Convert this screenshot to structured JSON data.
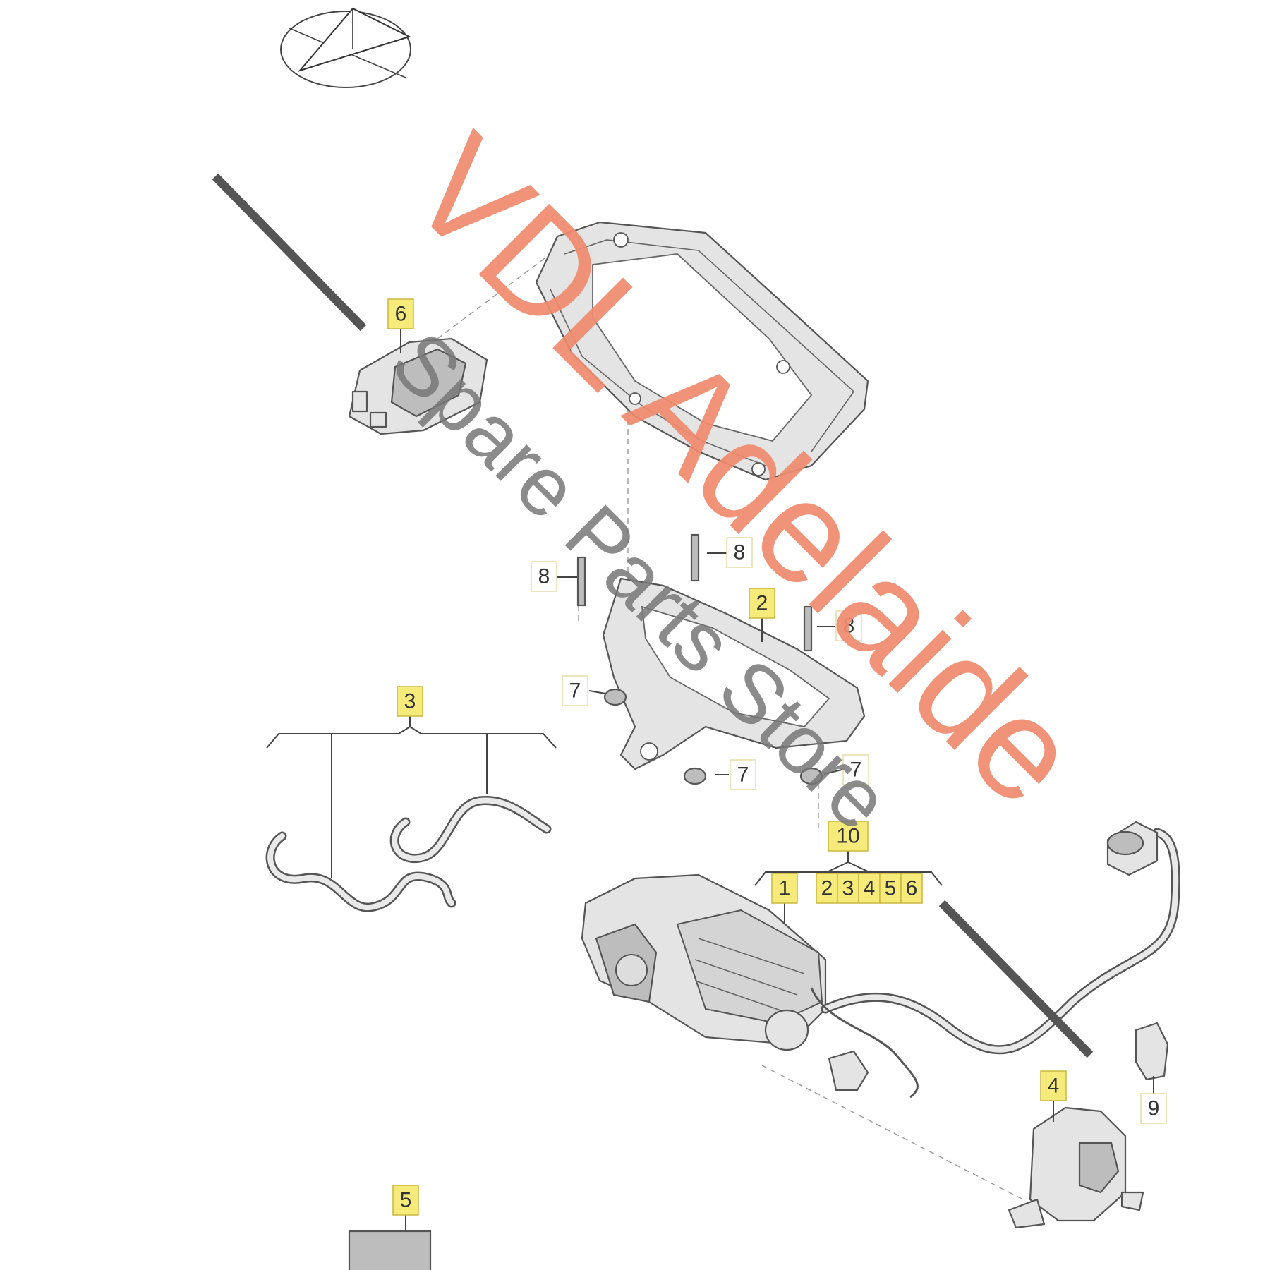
{
  "watermark": {
    "line1": "VDL Adelaide",
    "line2": "Spare Parts Store"
  },
  "callouts": [
    {
      "id": "c1",
      "label": "1",
      "highlight": true
    },
    {
      "id": "c2",
      "label": "2",
      "highlight": true
    },
    {
      "id": "c3",
      "label": "3",
      "highlight": true
    },
    {
      "id": "c4",
      "label": "4",
      "highlight": true
    },
    {
      "id": "c5",
      "label": "5",
      "highlight": true
    },
    {
      "id": "c6",
      "label": "6",
      "highlight": true
    },
    {
      "id": "c7a",
      "label": "7",
      "highlight": false
    },
    {
      "id": "c7b",
      "label": "7",
      "highlight": false
    },
    {
      "id": "c7c",
      "label": "7",
      "highlight": false
    },
    {
      "id": "c8a",
      "label": "8",
      "highlight": false
    },
    {
      "id": "c8b",
      "label": "8",
      "highlight": false
    },
    {
      "id": "c8c",
      "label": "8",
      "highlight": false
    },
    {
      "id": "c9",
      "label": "9",
      "highlight": false
    },
    {
      "id": "c10",
      "label": "10",
      "highlight": true
    }
  ],
  "subgroup_10": [
    "2",
    "3",
    "4",
    "5",
    "6"
  ],
  "icons": {
    "brand_logo": "paper-plane-logo-icon"
  },
  "colors": {
    "callout_highlight": "#f6eb7a",
    "watermark_red": "#ef8a6e",
    "watermark_grey": "#777777"
  }
}
